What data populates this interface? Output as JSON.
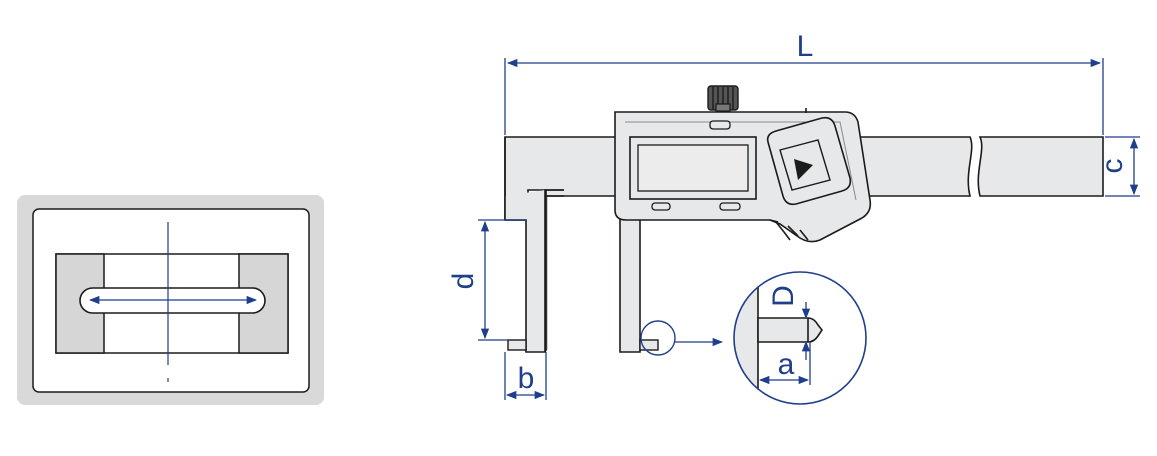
{
  "dimension_labels": {
    "L": "L",
    "c": "c",
    "d": "d",
    "b": "b",
    "D": "D",
    "a": "a"
  },
  "colors": {
    "dimension": "#1f3f8a",
    "body_fill": "#e7e8ea",
    "outline": "#1b1b1b",
    "panel_bg": "#d9d9d9"
  }
}
